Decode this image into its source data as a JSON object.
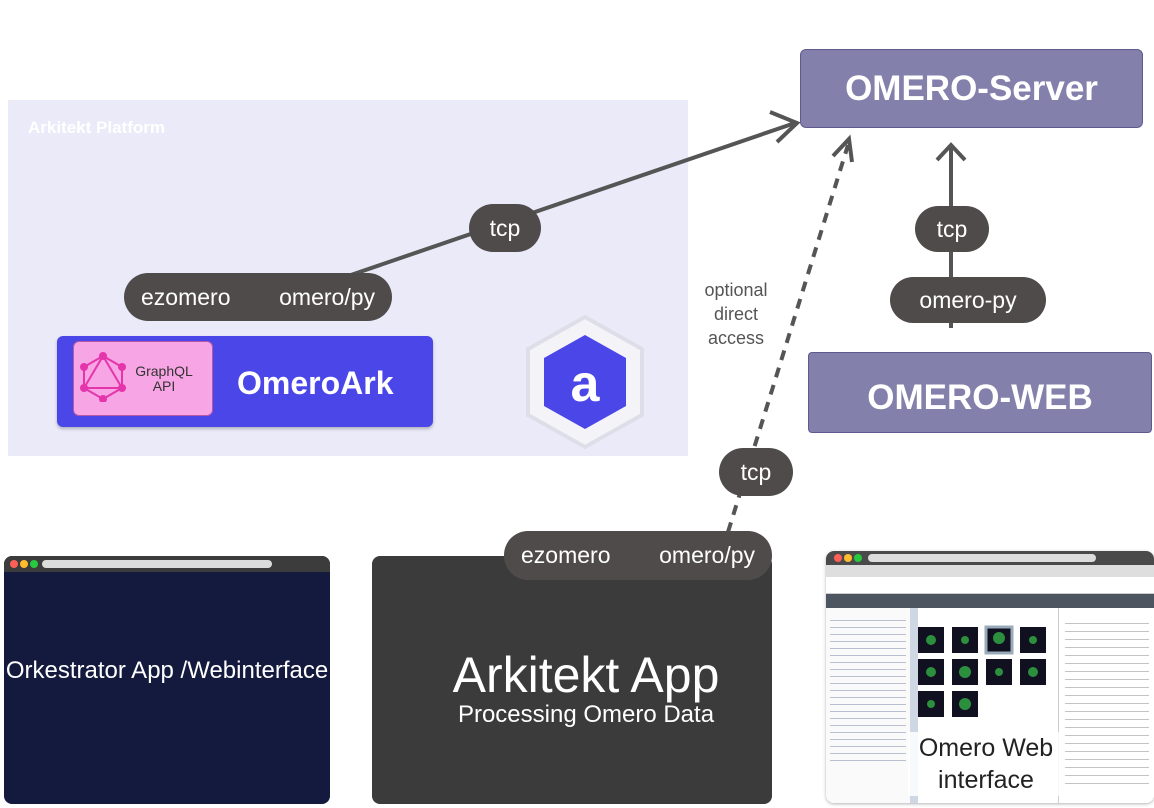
{
  "platform": {
    "label": "Arkitekt Platform"
  },
  "server": {
    "label": "OMERO-Server"
  },
  "web": {
    "label": "OMERO-WEB"
  },
  "connectors": {
    "tcp_main": "tcp",
    "tcp_web": "tcp",
    "tcp_app": "tcp",
    "omero_py": "omero-py",
    "optional_access": "optional direct access"
  },
  "omeroark_libs": {
    "left": "ezomero",
    "right": "omero/py"
  },
  "app_libs": {
    "left": "ezomero",
    "right": "omero/py"
  },
  "omeroark": {
    "graphql_label": "GraphQL API",
    "title": "OmeroArk"
  },
  "logo": {
    "glyph": "a"
  },
  "orchestrator": {
    "label": "Orkestrator App /Webinterface"
  },
  "app": {
    "title": "Arkitekt App",
    "subtitle": "Processing Omero Data"
  },
  "omero_web_shot": {
    "caption": "Omero Web interface"
  },
  "colors": {
    "platform_bg": "#ebeaf9",
    "server_fill": "#8480ac",
    "pill": "#4f4b4a",
    "omeroark": "#4a46e8",
    "graphql": "#f7a5e4",
    "orchestrator": "#141a3d",
    "app": "#3b3b3b"
  }
}
